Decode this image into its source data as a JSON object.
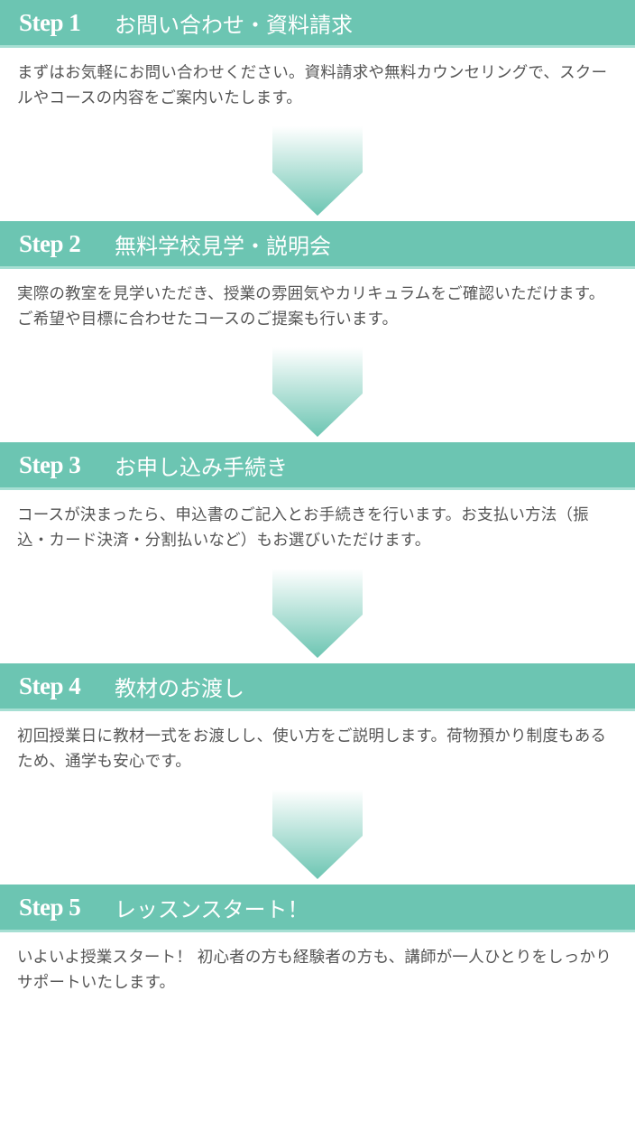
{
  "steps": [
    {
      "label": "Step 1",
      "title": "お問い合わせ・資料請求",
      "text": "まずはお気軽にお問い合わせください。資料請求や無料カウンセリングで、スクールやコースの内容をご案内いたします。"
    },
    {
      "label": "Step 2",
      "title": "無料学校見学・説明会",
      "text": "実際の教室を見学いただき、授業の雰囲気やカリキュラムをご確認いただけます。ご希望や目標に合わせたコースのご提案も行います。"
    },
    {
      "label": "Step 3",
      "title": "お申し込み手続き",
      "text": "コースが決まったら、申込書のご記入とお手続きを行います。お支払い方法（振込・カード決済・分割払いなど）もお選びいただけます。"
    },
    {
      "label": "Step 4",
      "title": "教材のお渡し",
      "text": "初回授業日に教材一式をお渡しし、使い方をご説明します。荷物預かり制度もあるため、通学も安心です。"
    },
    {
      "label": "Step 5",
      "title": "レッスンスタート！",
      "text": "いよいよ授業スタート！ 初心者の方も経験者の方も、講師が一人ひとりをしっかりサポートいたします。"
    }
  ],
  "colors": {
    "accent": "#6cc5b2",
    "text": "#555555"
  }
}
